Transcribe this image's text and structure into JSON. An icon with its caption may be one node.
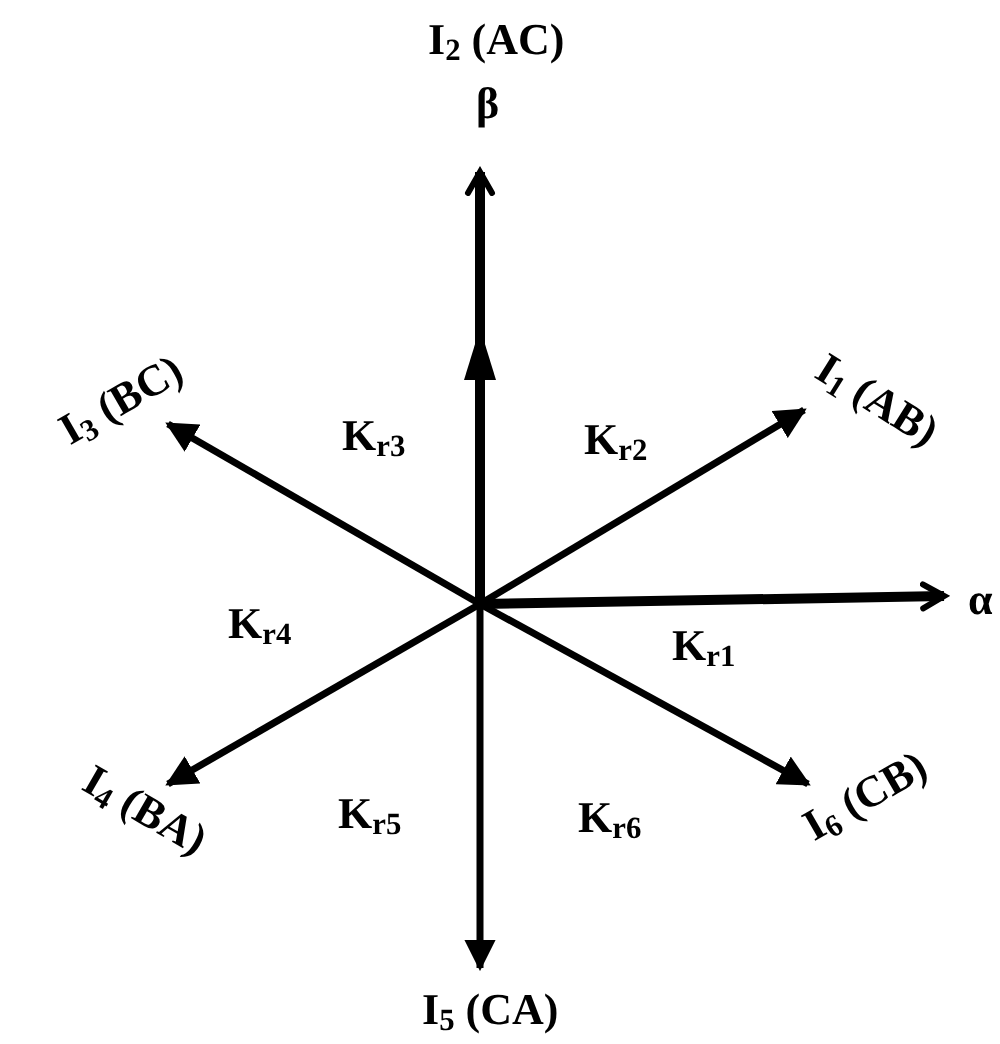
{
  "diagram": {
    "labels": [
      "I$_{2}$ (AC)",
      "β",
      "I$_{1}$ (AB)",
      "I$_{3}$ (BC)",
      "K$_{r3}$",
      "K$_{r2}$",
      "α",
      "K$_{r4}$",
      "K$_{r1}$",
      "I$_{4}$ (BA)",
      "K$_{r5}$",
      "K$_{r6}$",
      "I$_{6}$ (CB)",
      "I$_{5}$ (CA)"
    ]
  }
}
